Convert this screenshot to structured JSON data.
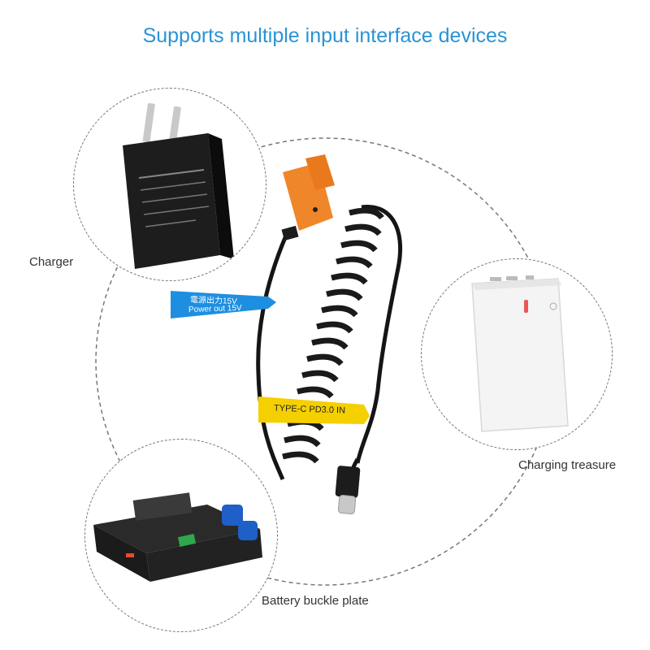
{
  "title": "Supports multiple input interface devices",
  "devices": {
    "charger": "Charger",
    "power_bank": "Charging treasure",
    "battery_plate": "Battery buckle plate"
  },
  "cable": {
    "blue_tag_line1": "電源出力15V",
    "blue_tag_line2": "Power out 15V",
    "yellow_tag": "TYPE-C PD3.0 IN"
  },
  "colors": {
    "title": "#2a93d5",
    "dtap_orange": "#f0862a",
    "blue_tag": "#1e8fe0",
    "yellow_tag": "#f5d000"
  }
}
